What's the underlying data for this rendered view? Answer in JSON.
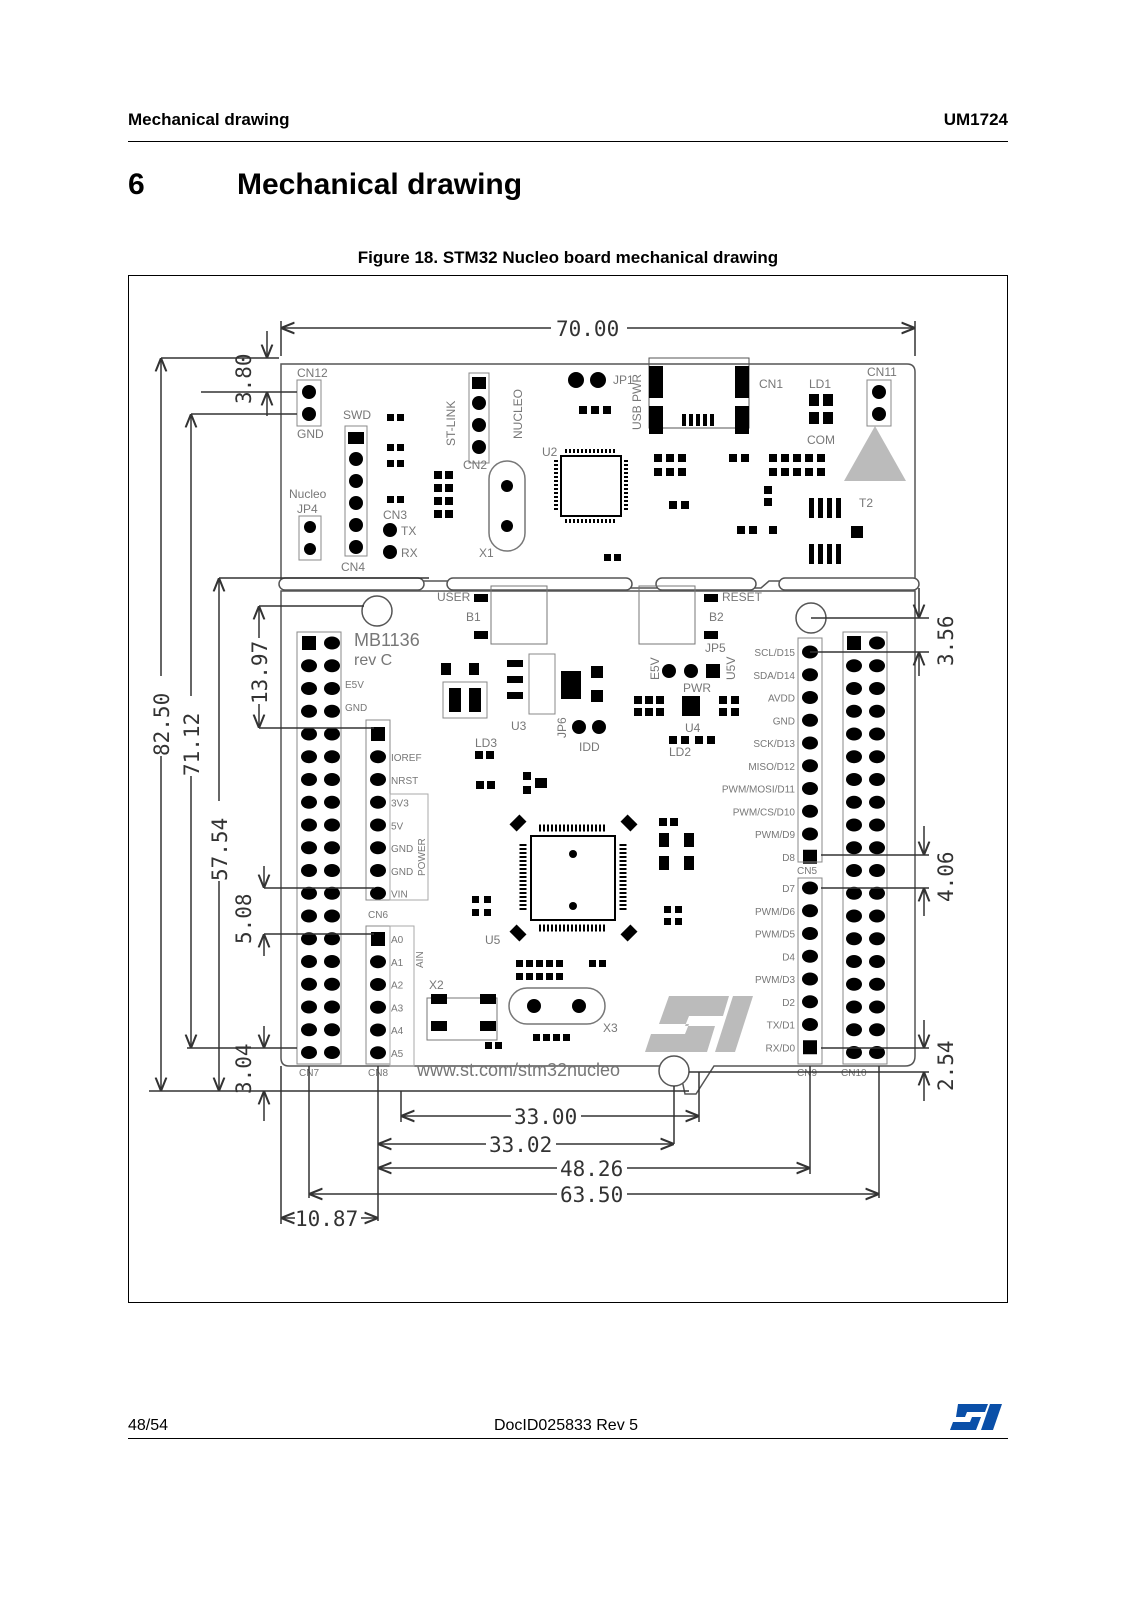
{
  "header": {
    "left": "Mechanical drawing",
    "right": "UM1724"
  },
  "section": {
    "number": "6",
    "title": "Mechanical drawing"
  },
  "figure": {
    "caption": "Figure 18. STM32 Nucleo board mechanical drawing",
    "dimensions": {
      "width_top": "70.00",
      "d_380": "3.80",
      "d_8250": "82.50",
      "d_7112": "71.12",
      "d_5754": "57.54",
      "d_1397": "13.97",
      "d_508": "5.08",
      "d_304": "3.04",
      "d_356": "3.56",
      "d_406": "4.06",
      "d_254": "2.54",
      "d_3300": "33.00",
      "d_3302": "33.02",
      "d_4826": "48.26",
      "d_6350": "63.50",
      "d_1087": "10.87"
    },
    "board": {
      "url": "www.st.com/stm32nucleo",
      "model": "MB1136",
      "rev": "rev C",
      "nucleo": "Nucleo",
      "labels": {
        "cn12": "CN12",
        "cn11": "CN11",
        "cn1": "CN1",
        "cn2": "CN2",
        "cn3": "CN3",
        "cn4": "CN4",
        "cn5": "CN5",
        "cn6": "CN6",
        "cn7": "CN7",
        "cn8": "CN8",
        "cn9": "CN9",
        "cn10": "CN10",
        "swd": "SWD",
        "gnd": "GND",
        "stlink": "ST-LINK",
        "nucleo_jp": "NUCLEO",
        "jp1": "JP1",
        "jp4": "JP4",
        "jp5": "JP5",
        "jp6": "JP6",
        "usb_pwr": "USB PWR",
        "ld1": "LD1",
        "com": "COM",
        "t2": "T2",
        "user": "USER",
        "reset": "RESET",
        "b1": "B1",
        "b2": "B2",
        "e5v_pin": "E5V",
        "idd": "IDD",
        "pwr": "PWR",
        "u3": "U3",
        "u4": "U4",
        "u5": "U5",
        "ld2": "LD2",
        "ld3": "LD3",
        "x1": "X1",
        "x2": "X2",
        "x3": "X3",
        "u2": "U2",
        "tx": "TX",
        "rx": "RX",
        "u5v": "U5V",
        "e5v": "E5V"
      },
      "cn8_left_labels": [
        "IOREF",
        "NRST",
        "3V3",
        "5V",
        "GND",
        "GND",
        "VIN"
      ],
      "power_group": "POWER",
      "analog_labels": [
        "A0",
        "A1",
        "A2",
        "A3",
        "A4",
        "A5"
      ],
      "ain_group": "AIN",
      "cn9_labels": [
        "SCL/D15",
        "SDA/D14",
        "AVDD",
        "GND",
        "SCK/D13",
        "MISO/D12",
        "PWM/MOSI/D11",
        "PWM/CS/D10",
        "PWM/D9",
        "D8"
      ],
      "cn9b_labels": [
        "D7",
        "PWM/D6",
        "PWM/D5",
        "D4",
        "PWM/D3",
        "D2",
        "TX/D1",
        "RX/D0"
      ]
    }
  },
  "footer": {
    "page": "48/54",
    "doc_id": "DocID025833 Rev 5"
  },
  "colors": {
    "line": "#333333",
    "silk": "#777777",
    "pad": "#000000"
  }
}
